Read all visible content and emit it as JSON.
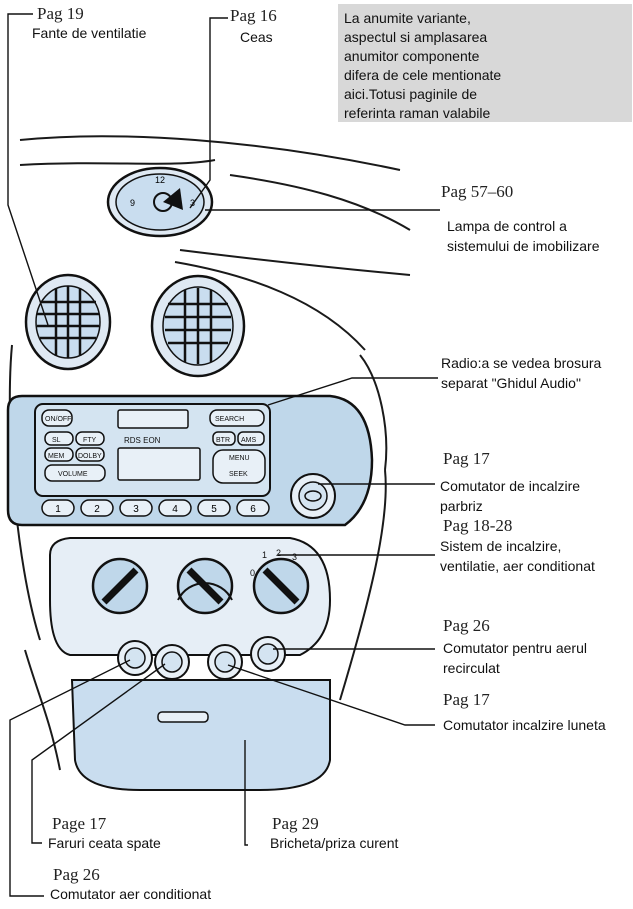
{
  "note": "La anumite variante,\naspectul si amplasarea\nanumitor componente\ndifera de cele mentionate\naici.Totusi paginile de\nreferinta raman valabile",
  "callouts": {
    "vents": {
      "page": "Pag 19",
      "text": "Fante de ventilatie"
    },
    "clock": {
      "page": "Pag 16",
      "text": "Ceas"
    },
    "immobilizer": {
      "page": "Pag 57–60",
      "text": "Lampa de control a\nsistemului de imobilizare"
    },
    "radio": {
      "text": "Radio:a se vedea brosura\nseparat \"Ghidul Audio\""
    },
    "windscreen": {
      "page": "Pag 17",
      "text": "Comutator de incalzire\nparbriz"
    },
    "heating": {
      "page": "Pag 18-28",
      "text": "Sistem de incalzire,\nventilatie, aer conditionat"
    },
    "recirc": {
      "page": "Pag 26",
      "text": "Comutator pentru aerul\nrecirculat"
    },
    "rear_window": {
      "page": "Pag 17",
      "text": "Comutator incalzire luneta"
    },
    "rear_fog": {
      "page": "Page 17",
      "text": "Faruri ceata spate"
    },
    "lighter": {
      "page": "Pag 29",
      "text": "Bricheta/priza curent"
    },
    "ac": {
      "page": "Pag 26",
      "text": "Comutator aer conditionat"
    }
  },
  "radio_panel": {
    "buttons_top": [
      "ON/OFF",
      "SEARCH"
    ],
    "buttons_left": [
      "SL",
      "FTY",
      "MEM",
      "DOLBY",
      "VOLUME"
    ],
    "brand": "RDS EON",
    "buttons_right": [
      "BTR",
      "MENU",
      "SEEK",
      "AMS"
    ],
    "presets": [
      "1",
      "2",
      "3",
      "4",
      "5",
      "6"
    ]
  },
  "clock": {
    "numerals": [
      "12",
      "9",
      "3"
    ]
  },
  "heater_dial": {
    "numerals": [
      "0",
      "1",
      "2",
      "3"
    ]
  },
  "colors": {
    "panel": "#bfd7ea",
    "lower": "#c9ddef",
    "line": "#111111",
    "note_bg": "#d8d8d8"
  }
}
